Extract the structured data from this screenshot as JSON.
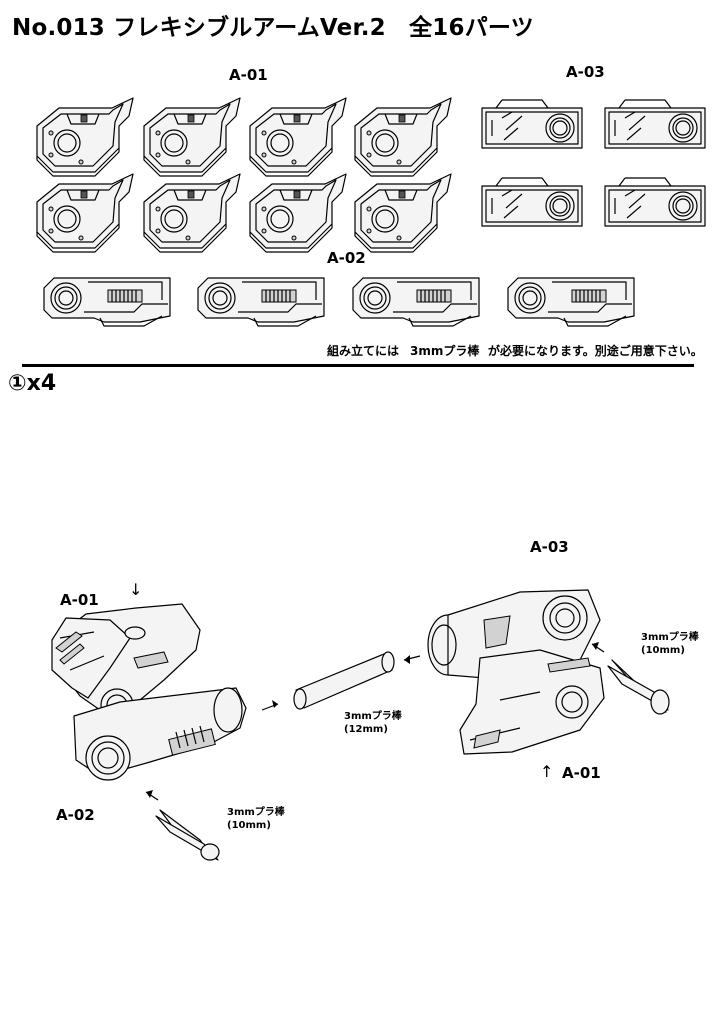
{
  "title": "No.013 フレキシブルアームVer.2　全16パーツ",
  "parts": {
    "a01_label": "A-01",
    "a02_label": "A-02",
    "a03_label": "A-03"
  },
  "note": {
    "part1": "組み立てには",
    "part2": "3mmプラ棒",
    "part3": "が必要になります。別途ご用意下さい。"
  },
  "step": {
    "label": "①x4"
  },
  "assembly": {
    "left_a01": "A-01",
    "left_a02": "A-02",
    "right_a03": "A-03",
    "right_a01": "A-01",
    "rod_12": {
      "line1": "3mmプラ棒",
      "line2": "(12mm)"
    },
    "rod_10_left": {
      "line1": "3mmプラ棒",
      "line2": "(10mm)"
    },
    "rod_10_right": {
      "line1": "3mmプラ棒",
      "line2": "(10mm)"
    },
    "arrow_down": "↓",
    "arrow_up": "↑"
  }
}
